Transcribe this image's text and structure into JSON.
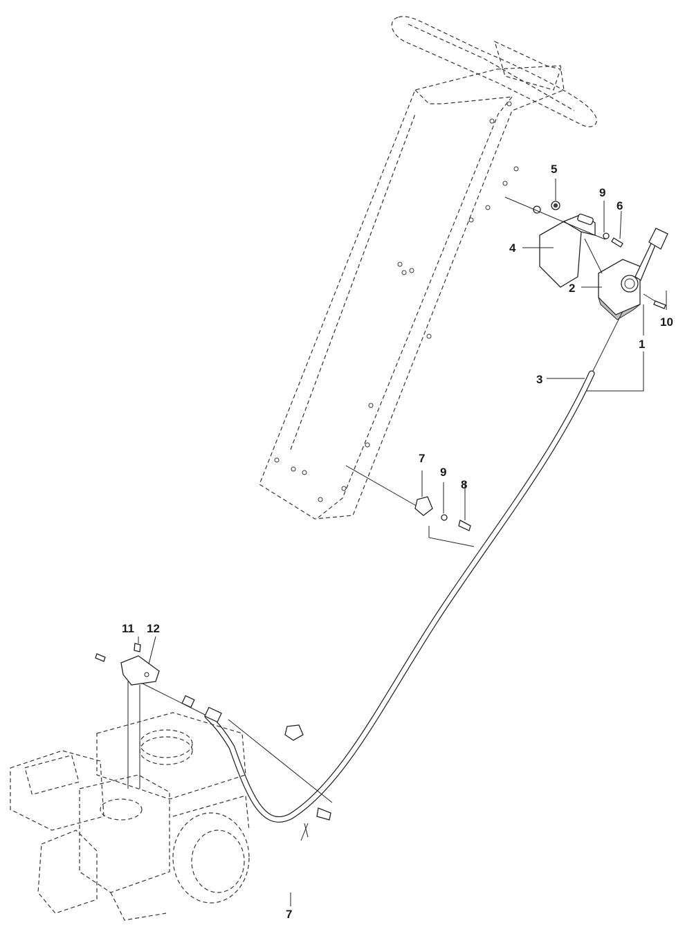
{
  "callouts": [
    {
      "id": "5",
      "text": "5"
    },
    {
      "id": "9a",
      "text": "9"
    },
    {
      "id": "6",
      "text": "6"
    },
    {
      "id": "4",
      "text": "4"
    },
    {
      "id": "2",
      "text": "2"
    },
    {
      "id": "10",
      "text": "10"
    },
    {
      "id": "1",
      "text": "1"
    },
    {
      "id": "3",
      "text": "3"
    },
    {
      "id": "7a",
      "text": "7"
    },
    {
      "id": "9b",
      "text": "9"
    },
    {
      "id": "8",
      "text": "8"
    },
    {
      "id": "11",
      "text": "11"
    },
    {
      "id": "12",
      "text": "12"
    },
    {
      "id": "7b",
      "text": "7"
    }
  ]
}
